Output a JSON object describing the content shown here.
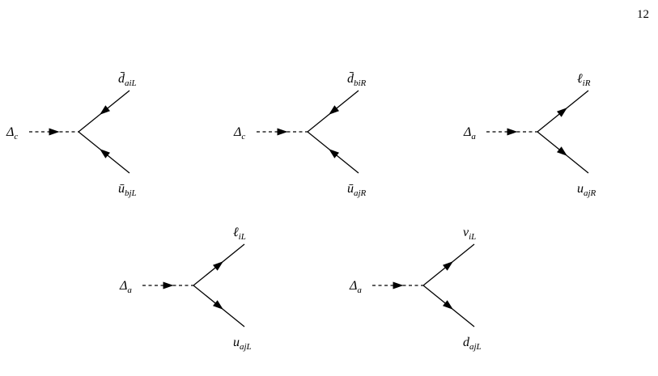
{
  "page_number": "12",
  "diagrams": [
    {
      "id": "vertex-delta-c-1",
      "scalar": {
        "base": "Δ",
        "sub": "c"
      },
      "upper": {
        "base": "d̄",
        "sub": "aiL"
      },
      "lower": {
        "base": "ū",
        "sub": "bjL"
      },
      "upper_arrow": "in",
      "lower_arrow": "in"
    },
    {
      "id": "vertex-delta-c-2",
      "scalar": {
        "base": "Δ",
        "sub": "c"
      },
      "upper": {
        "base": "d̄",
        "sub": "biR"
      },
      "lower": {
        "base": "ū",
        "sub": "ajR"
      },
      "upper_arrow": "in",
      "lower_arrow": "in"
    },
    {
      "id": "vertex-delta-a-1",
      "scalar": {
        "base": "Δ",
        "sub": "a"
      },
      "upper": {
        "base": "ℓ",
        "sub": "iR"
      },
      "lower": {
        "base": "u",
        "sub": "ajR"
      },
      "upper_arrow": "out",
      "lower_arrow": "out"
    },
    {
      "id": "vertex-delta-a-2",
      "scalar": {
        "base": "Δ",
        "sub": "a"
      },
      "upper": {
        "base": "ℓ",
        "sub": "iL"
      },
      "lower": {
        "base": "u",
        "sub": "ajL"
      },
      "upper_arrow": "out",
      "lower_arrow": "out"
    },
    {
      "id": "vertex-delta-a-3",
      "scalar": {
        "base": "Δ",
        "sub": "a"
      },
      "upper": {
        "base": "ν",
        "sub": "iL"
      },
      "lower": {
        "base": "d",
        "sub": "ajL"
      },
      "upper_arrow": "out",
      "lower_arrow": "out"
    }
  ]
}
